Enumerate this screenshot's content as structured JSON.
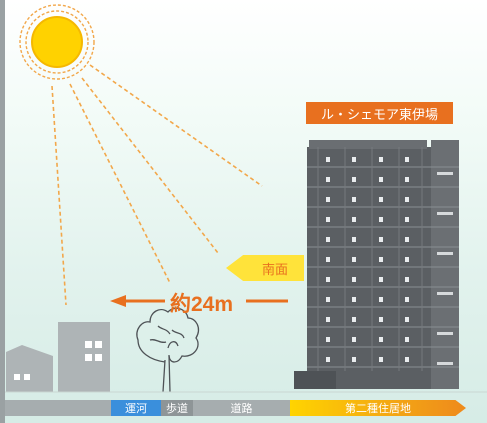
{
  "building_name": "ル・シェモア東伊場",
  "direction_label": "南面",
  "distance_label": "約24m",
  "ground_bar": {
    "canal": "運河",
    "sidewalk": "歩道",
    "road": "道路",
    "zone": "第二種住居地"
  },
  "colors": {
    "accent": "#e8701f",
    "sun": "#ffd200",
    "canal": "#3a8fdc",
    "building": "#5b5f63"
  },
  "icons": [
    "sun-icon",
    "tree-icon",
    "house-icon",
    "arrow-left-icon"
  ]
}
